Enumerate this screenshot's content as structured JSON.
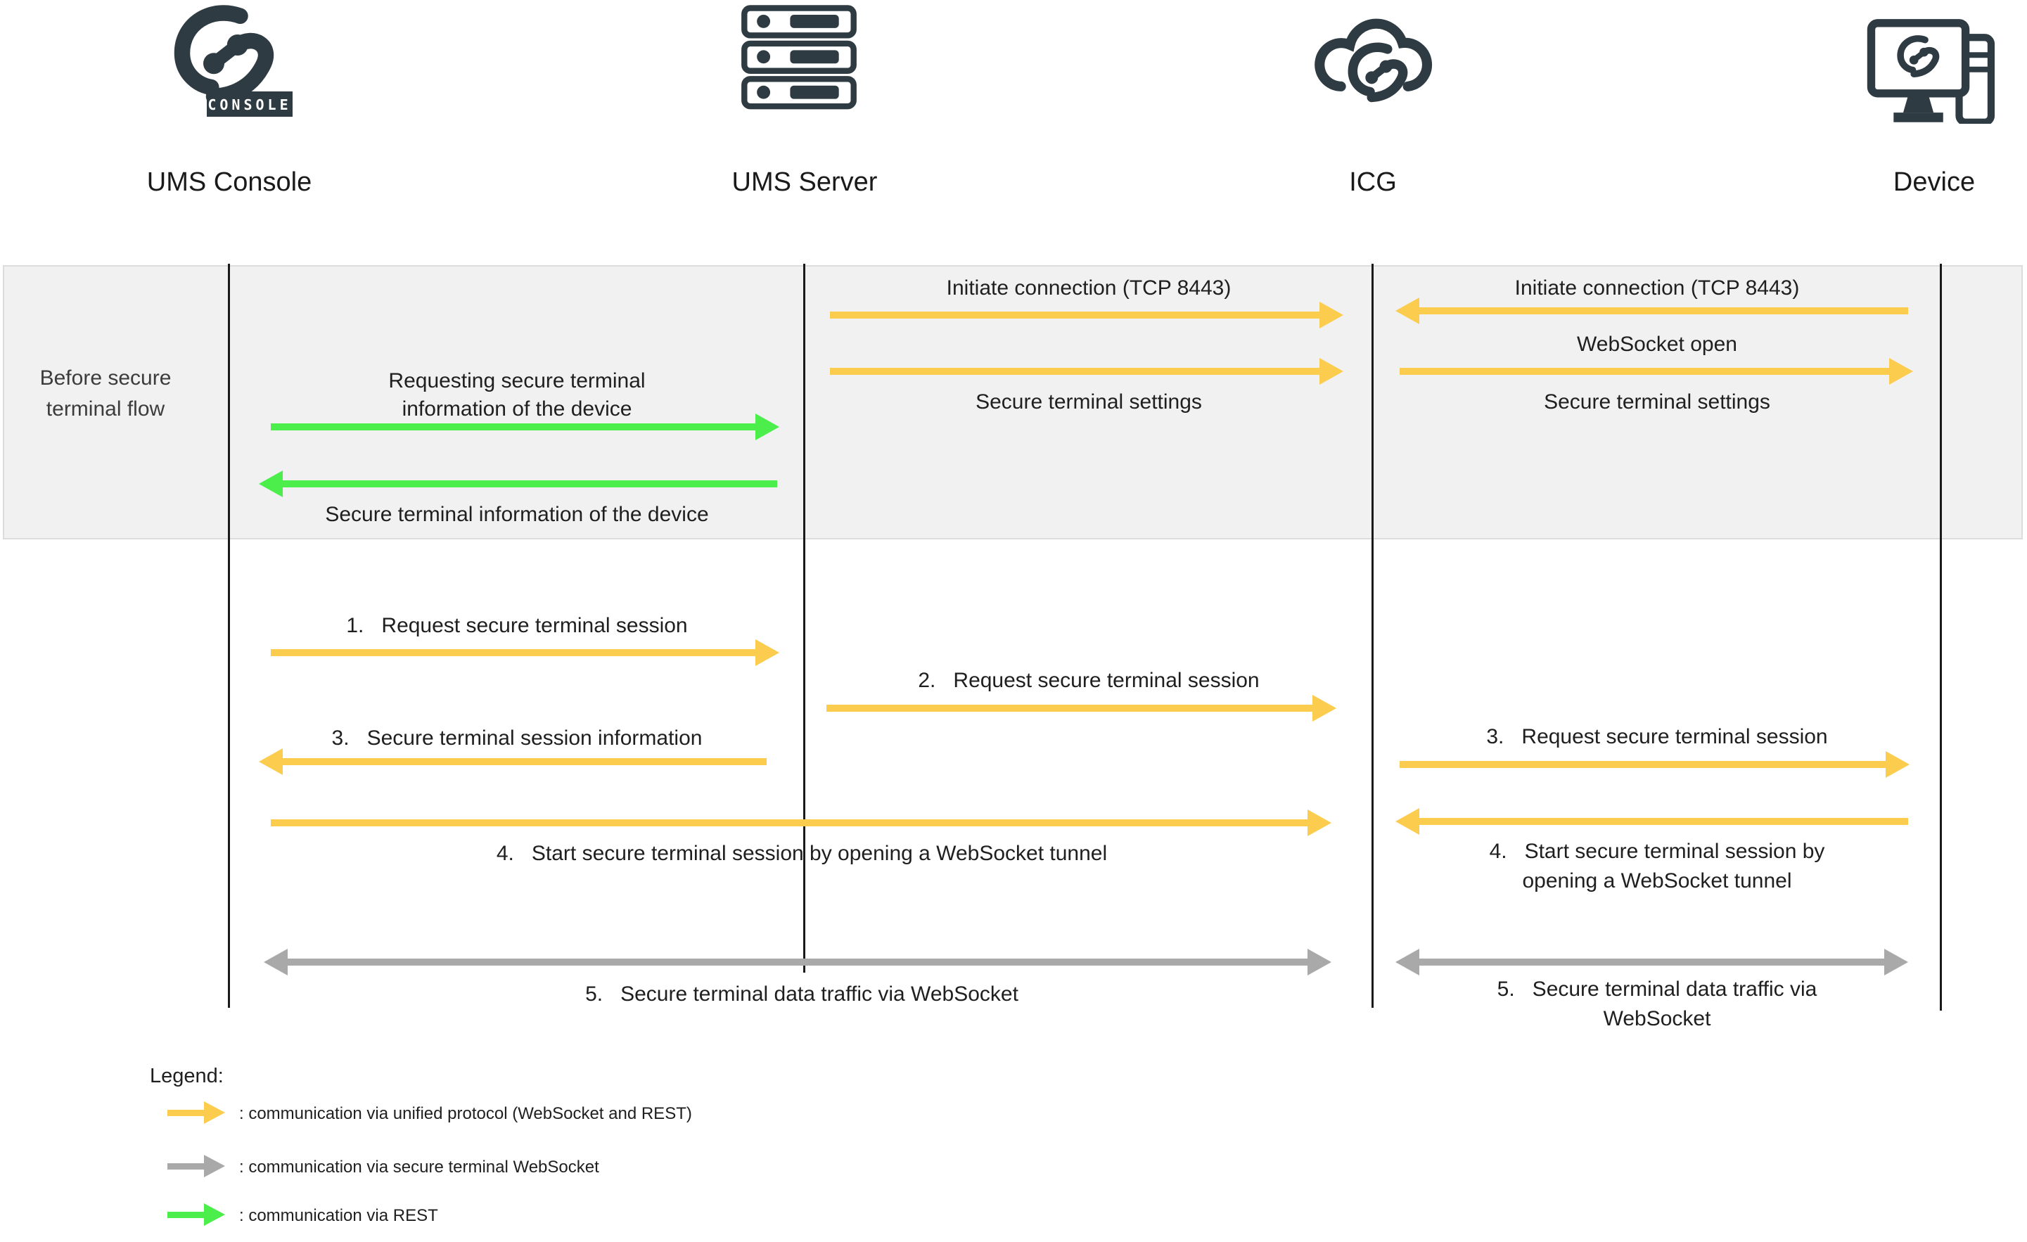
{
  "colors": {
    "unified_protocol_arrow": "#FBCC4D",
    "secure_terminal_websocket_arrow": "#A9A9A9",
    "rest_arrow": "#4BEE4B",
    "actor_dark": "#2E3B42",
    "band_background": "#F1F1F2"
  },
  "actors": [
    {
      "label": "UMS Console",
      "icon": "igel-console-logo-icon",
      "badge": "CONSOLE"
    },
    {
      "label": "UMS Server",
      "icon": "server-rack-icon"
    },
    {
      "label": "ICG",
      "icon": "igel-cloud-gateway-icon"
    },
    {
      "label": "Device",
      "icon": "endpoint-device-icon"
    }
  ],
  "band": {
    "label": "Before secure terminal flow"
  },
  "messages": {
    "before_left": [
      {
        "label": "Requesting secure terminal information of the device",
        "from": "UMS Console",
        "to": "UMS Server",
        "protocol": "REST",
        "direction": "right"
      },
      {
        "label": "Secure terminal information of the device",
        "from": "UMS Server",
        "to": "UMS Console",
        "protocol": "REST",
        "direction": "left"
      }
    ],
    "before_middle": [
      {
        "label": "Initiate connection (TCP 8443)",
        "from": "UMS Server",
        "to": "ICG",
        "protocol": "unified protocol",
        "direction": "right"
      },
      {
        "label": "Secure terminal settings",
        "from": "UMS Server",
        "to": "ICG",
        "protocol": "unified protocol",
        "direction": "right"
      }
    ],
    "before_right": [
      {
        "label": "Initiate connection (TCP 8443)",
        "from": "Device",
        "to": "ICG",
        "protocol": "unified protocol",
        "direction": "left"
      },
      {
        "label": "WebSocket open",
        "from": "ICG",
        "to": "Device",
        "protocol": "unified protocol",
        "direction": "right"
      },
      {
        "label": "Secure terminal settings",
        "from": "ICG",
        "to": "Device",
        "protocol": "unified protocol",
        "direction": "right"
      }
    ],
    "flow": [
      {
        "label": "1.   Request secure terminal session",
        "from": "UMS Console",
        "to": "UMS Server",
        "protocol": "unified protocol",
        "direction": "right"
      },
      {
        "label": "2.   Request secure terminal session",
        "from": "UMS Server",
        "to": "ICG",
        "protocol": "unified protocol",
        "direction": "right"
      },
      {
        "label": "3.   Secure terminal session information",
        "from": "UMS Server",
        "to": "UMS Console",
        "protocol": "unified protocol",
        "direction": "left"
      },
      {
        "label": "3.   Request secure terminal session",
        "from": "ICG",
        "to": "Device",
        "protocol": "unified protocol",
        "direction": "right"
      },
      {
        "label": "4.   Start secure terminal session by opening a WebSocket tunnel",
        "from": "UMS Console",
        "to": "ICG",
        "protocol": "unified protocol",
        "direction": "right"
      },
      {
        "label": "4.   Start secure terminal session by opening a WebSocket tunnel",
        "from": "Device",
        "to": "ICG",
        "protocol": "unified protocol",
        "direction": "left"
      },
      {
        "label": "5.   Secure terminal data traffic via WebSocket",
        "from": "UMS Console",
        "to": "ICG",
        "protocol": "secure terminal WebSocket",
        "direction": "both"
      },
      {
        "label": "5.   Secure terminal data traffic via WebSocket",
        "from": "ICG",
        "to": "Device",
        "protocol": "secure terminal WebSocket",
        "direction": "both"
      }
    ]
  },
  "legend": {
    "title": "Legend:",
    "items": [
      {
        "label": ": communication via unified protocol (WebSocket and REST)",
        "color": "#FBCC4D"
      },
      {
        "label": ": communication via secure terminal WebSocket",
        "color": "#A9A9A9"
      },
      {
        "label": ": communication via REST",
        "color": "#4BEE4B"
      }
    ]
  }
}
